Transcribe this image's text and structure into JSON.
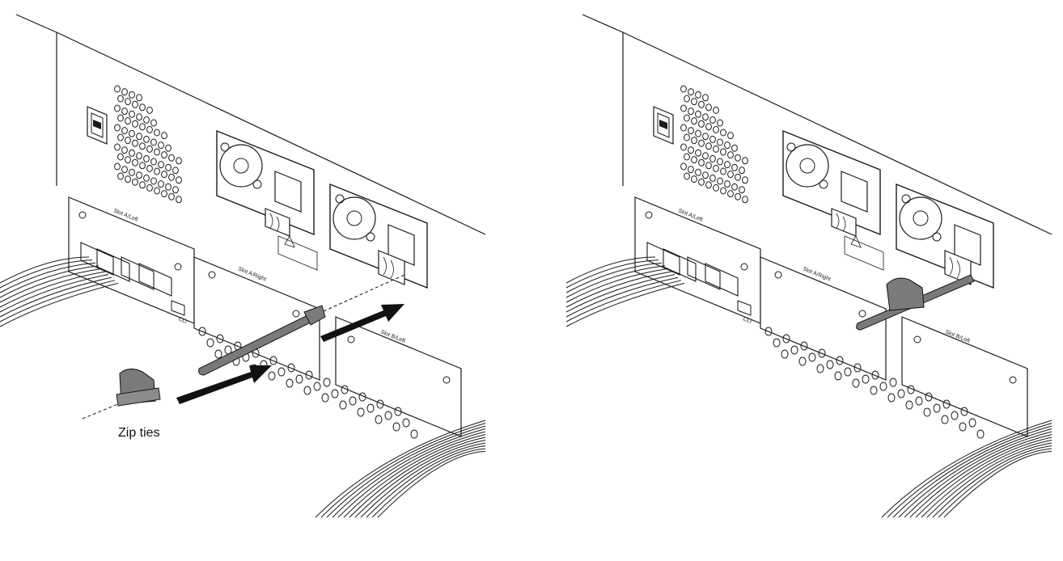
{
  "caption": "Zip ties",
  "panel_labels": {
    "slot_a_left": "Slot A/Left",
    "slot_a_right": "Slot A/Right",
    "slot_b_left": "Slot B/Left",
    "cli_port": "CLI"
  },
  "colors": {
    "line": "#1a1a1a",
    "tie": "#7a7a7a",
    "arrow": "#111111",
    "background": "#ffffff"
  }
}
